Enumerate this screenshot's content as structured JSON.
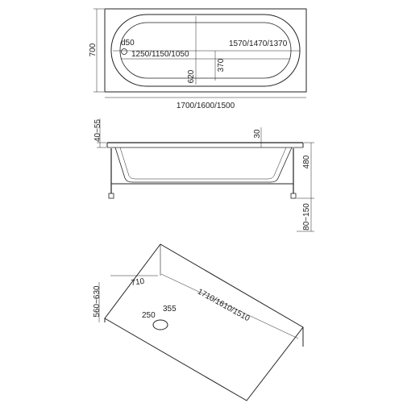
{
  "top_view": {
    "width_label": "700",
    "drain_label": "d50",
    "inner_length_label": "1250/1150/1050",
    "outer_inner_length_label": "1570/1470/1370",
    "inner_width_label": "620",
    "drain_offset_label": "370",
    "length_label": "1700/1600/1500"
  },
  "side_view": {
    "rim_label": "40~55",
    "edge_label": "30",
    "height_label": "480",
    "leg_label": "80~150"
  },
  "box_view": {
    "depth_label": "710",
    "length_label": "1710/1610/1510",
    "height_label": "560~630",
    "drain_x_label": "250",
    "drain_y_label": "355"
  }
}
